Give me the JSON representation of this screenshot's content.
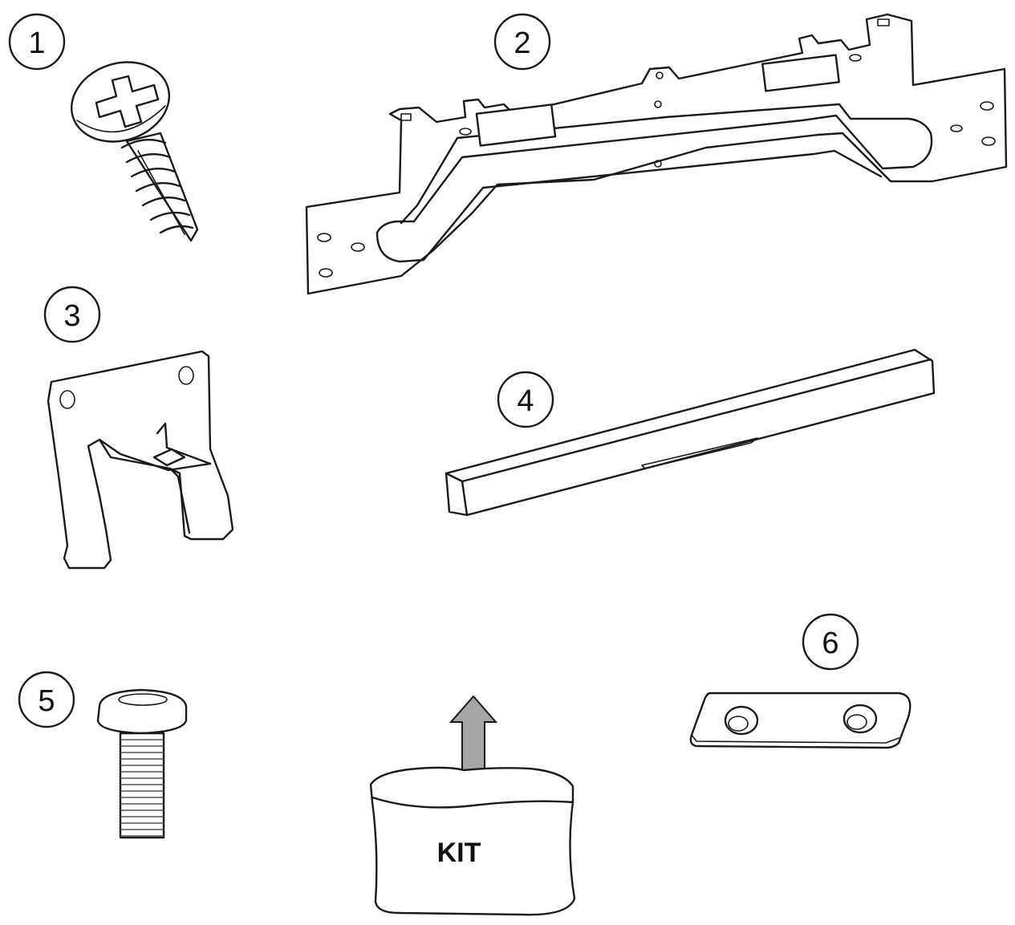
{
  "diagram": {
    "callouts": [
      "1",
      "2",
      "3",
      "4",
      "5",
      "6"
    ],
    "kit_label": "KIT"
  },
  "colors": {
    "outline": "#1a1a1a",
    "background": "#ffffff",
    "arrow_fill": "#a6a6a6",
    "screw_shadow": "#9a9a9a"
  }
}
